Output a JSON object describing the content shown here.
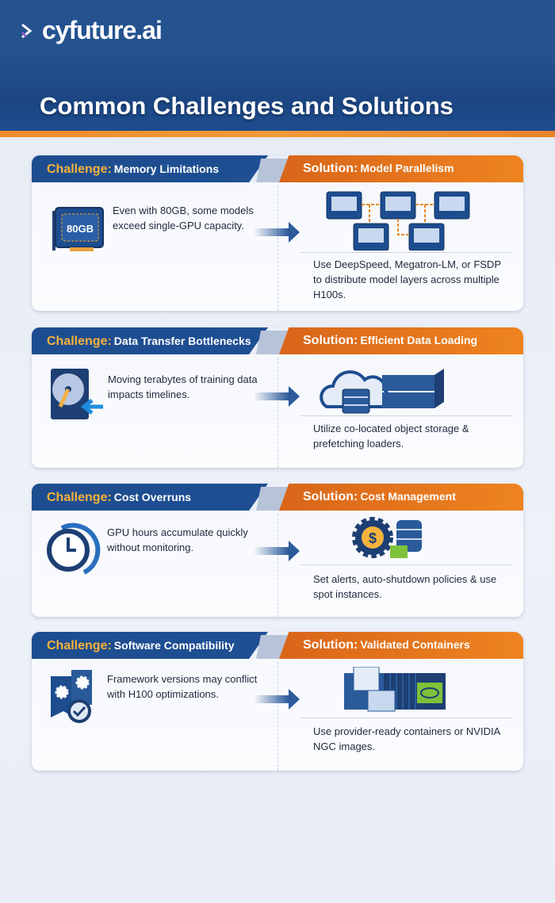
{
  "brand": {
    "logo_text": "cyfuture.ai"
  },
  "title": "Common Challenges and Solutions",
  "challenge_label": "Challenge:",
  "solution_label": "Solution:",
  "cards": [
    {
      "challenge": "Memory Limitations",
      "challenge_text": "Even with 80GB, some models exceed single-GPU capacity.",
      "icon_text": "80GB",
      "solution": "Model Parallelism",
      "solution_text": "Use DeepSpeed, Megatron-LM, or FSDP to distribute model layers across multiple H100s."
    },
    {
      "challenge": "Data Transfer Bottlenecks",
      "challenge_text": "Moving terabytes of training data impacts timelines.",
      "solution": "Efficient Data Loading",
      "solution_text": "Utilize co-located object storage & prefetching loaders."
    },
    {
      "challenge": "Cost Overruns",
      "challenge_text": "GPU hours accumulate quickly without monitoring.",
      "icon_text": "$",
      "solution": "Cost Management",
      "solution_text": "Set alerts, auto-shutdown policies & use spot instances."
    },
    {
      "challenge": "Software Compatibility",
      "challenge_text": "Framework versions may conflict with H100 optimizations.",
      "solution": "Validated Containers",
      "solution_text": "Use provider-ready containers or NVIDIA NGC images."
    }
  ],
  "colors": {
    "primary": "#1f4f93",
    "accent": "#ee8420",
    "challenge_label": "#f7b23a"
  }
}
